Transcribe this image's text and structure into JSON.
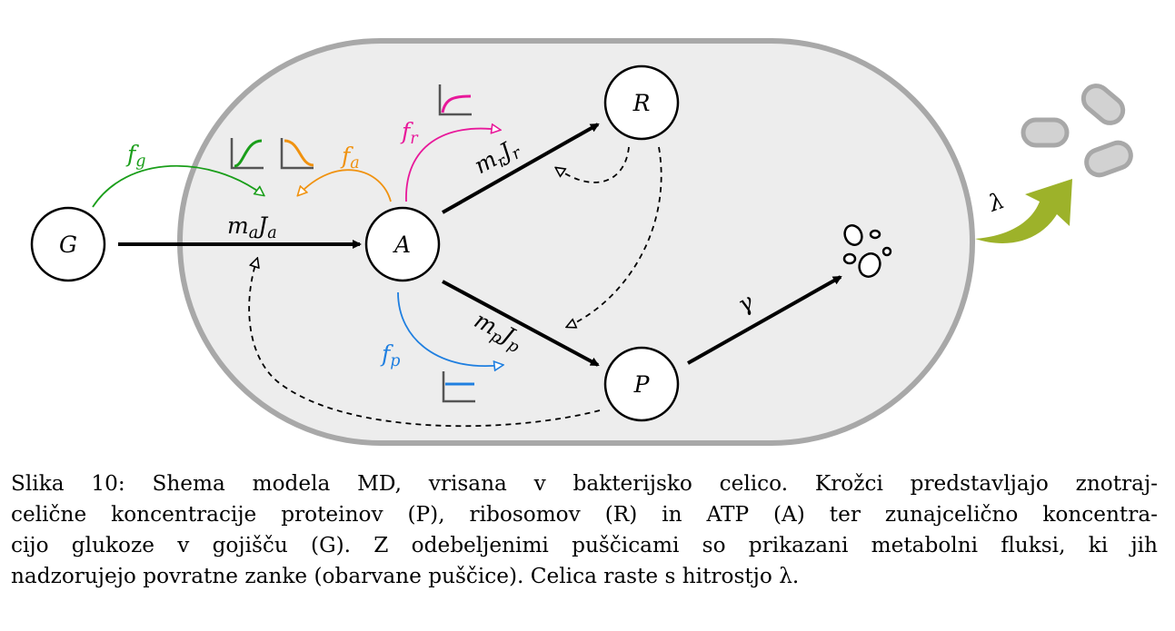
{
  "diagram": {
    "nodes": {
      "G": "G",
      "A": "A",
      "R": "R",
      "P": "P"
    },
    "edges": {
      "ma_base": "m",
      "ma_sub": "a",
      "Ja_base": "J",
      "Ja_sub": "a",
      "mr_base": "m",
      "mr_sub": "r",
      "Jr_base": "J",
      "Jr_sub": "r",
      "mp_base": "m",
      "mp_sub": "p",
      "Jp_base": "J",
      "Jp_sub": "p",
      "gamma": "γ",
      "lambda": "λ"
    },
    "regulators": {
      "fg_base": "f",
      "fg_sub": "g",
      "fa_base": "f",
      "fa_sub": "a",
      "fr_base": "f",
      "fr_sub": "r",
      "fp_base": "f",
      "fp_sub": "p"
    },
    "colors": {
      "fg": "#1a9e1a",
      "fa": "#f0920f",
      "fr": "#e8189a",
      "fp": "#1f7fe0",
      "cell_fill": "#ededed",
      "cell_stroke": "#a8a8a8",
      "growth_arrow": "#9db22a",
      "bacteria_fill": "#d2d2d2",
      "bacteria_stroke": "#a8a8a8"
    },
    "icons": [
      "activation-curve-icon",
      "repression-curve-icon",
      "saturating-curve-icon",
      "step-curve-icon",
      "protein-degradation-blobs-icon",
      "bacteria-icon"
    ]
  },
  "caption": {
    "line1": "Slika 10: Shema modela MD, vrisana v bakterijsko celico. Krožci predstavljajo znotraj-",
    "line2": "celične koncentracije proteinov (P), ribosomov (R) in ATP (A) ter zunajcelično koncentra-",
    "line3": "cijo glukoze v gojišču (G). Z odebeljenimi puščicami so prikazani metabolni fluksi, ki jih",
    "line4": "nadzorujejo povratne zanke (obarvane puščice). Celica raste s hitrostjo λ."
  }
}
